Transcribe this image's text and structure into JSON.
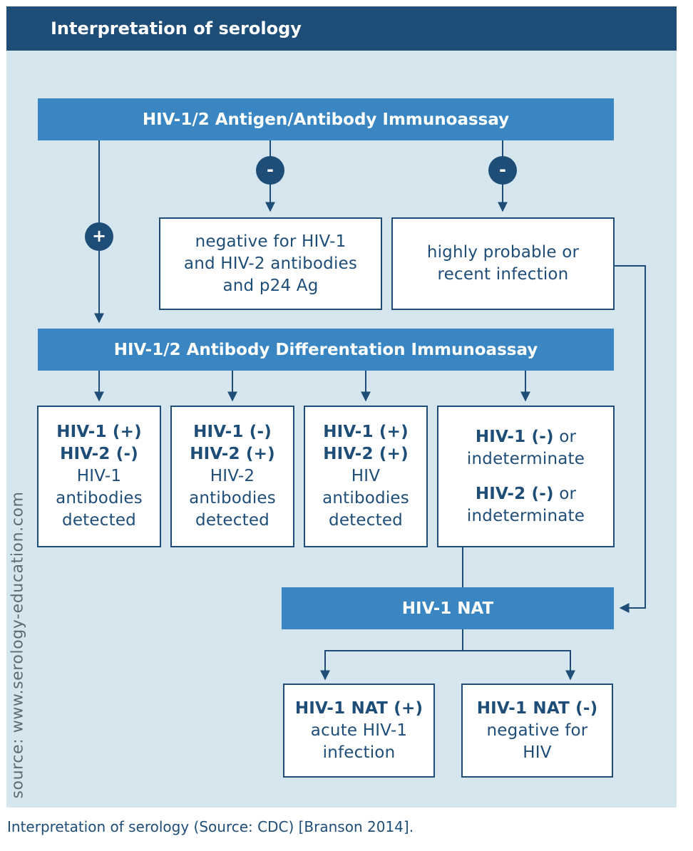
{
  "header": {
    "title": "Interpretation of serology"
  },
  "immunoassay": {
    "title": "HIV-1/2 Antigen/Antibody Immunoassay"
  },
  "signs": {
    "plus": "+",
    "minus_a": "-",
    "minus_b": "-"
  },
  "neg_box": {
    "l1": "negative for HIV-1",
    "l2": "and HIV-2 antibodies",
    "l3": "and p24 Ag"
  },
  "recent_box": {
    "l1": "highly probable or",
    "l2": "recent infection"
  },
  "differentiation": {
    "title": "HIV-1/2 Antibody Differentation Immunoassay"
  },
  "results": [
    {
      "l1": "HIV-1 (+)",
      "l2": "HIV-2 (-)",
      "l3": "HIV-1",
      "l4": "antibodies",
      "l5": "detected"
    },
    {
      "l1": "HIV-1 (-)",
      "l2": "HIV-2 (+)",
      "l3": "HIV-2",
      "l4": "antibodies",
      "l5": "detected"
    },
    {
      "l1": "HIV-1 (+)",
      "l2": "HIV-2 (+)",
      "l3": "HIV",
      "l4": "antibodies",
      "l5": "detected"
    }
  ],
  "indeterminate": {
    "a_bold": "HIV-1 (-)",
    "a_rest": " or",
    "a_l2": "indeterminate",
    "b_bold": "HIV-2 (-)",
    "b_rest": " or",
    "b_l2": "indeterminate"
  },
  "nat": {
    "title": "HIV-1 NAT"
  },
  "nat_pos": {
    "l1": "HIV-1 NAT (+)",
    "l2": "acute HIV-1",
    "l3": "infection"
  },
  "nat_neg": {
    "l1": "HIV-1 NAT (-)",
    "l2": "negative for",
    "l3": "HIV"
  },
  "source": "source: www.serology-education.com",
  "caption": "Interpretation of serology (Source: CDC) [Branson 2014].",
  "colors": {
    "dark_blue": "#1e4d78",
    "mid_blue": "#3a86c2",
    "panel": "#d6e6ef"
  }
}
